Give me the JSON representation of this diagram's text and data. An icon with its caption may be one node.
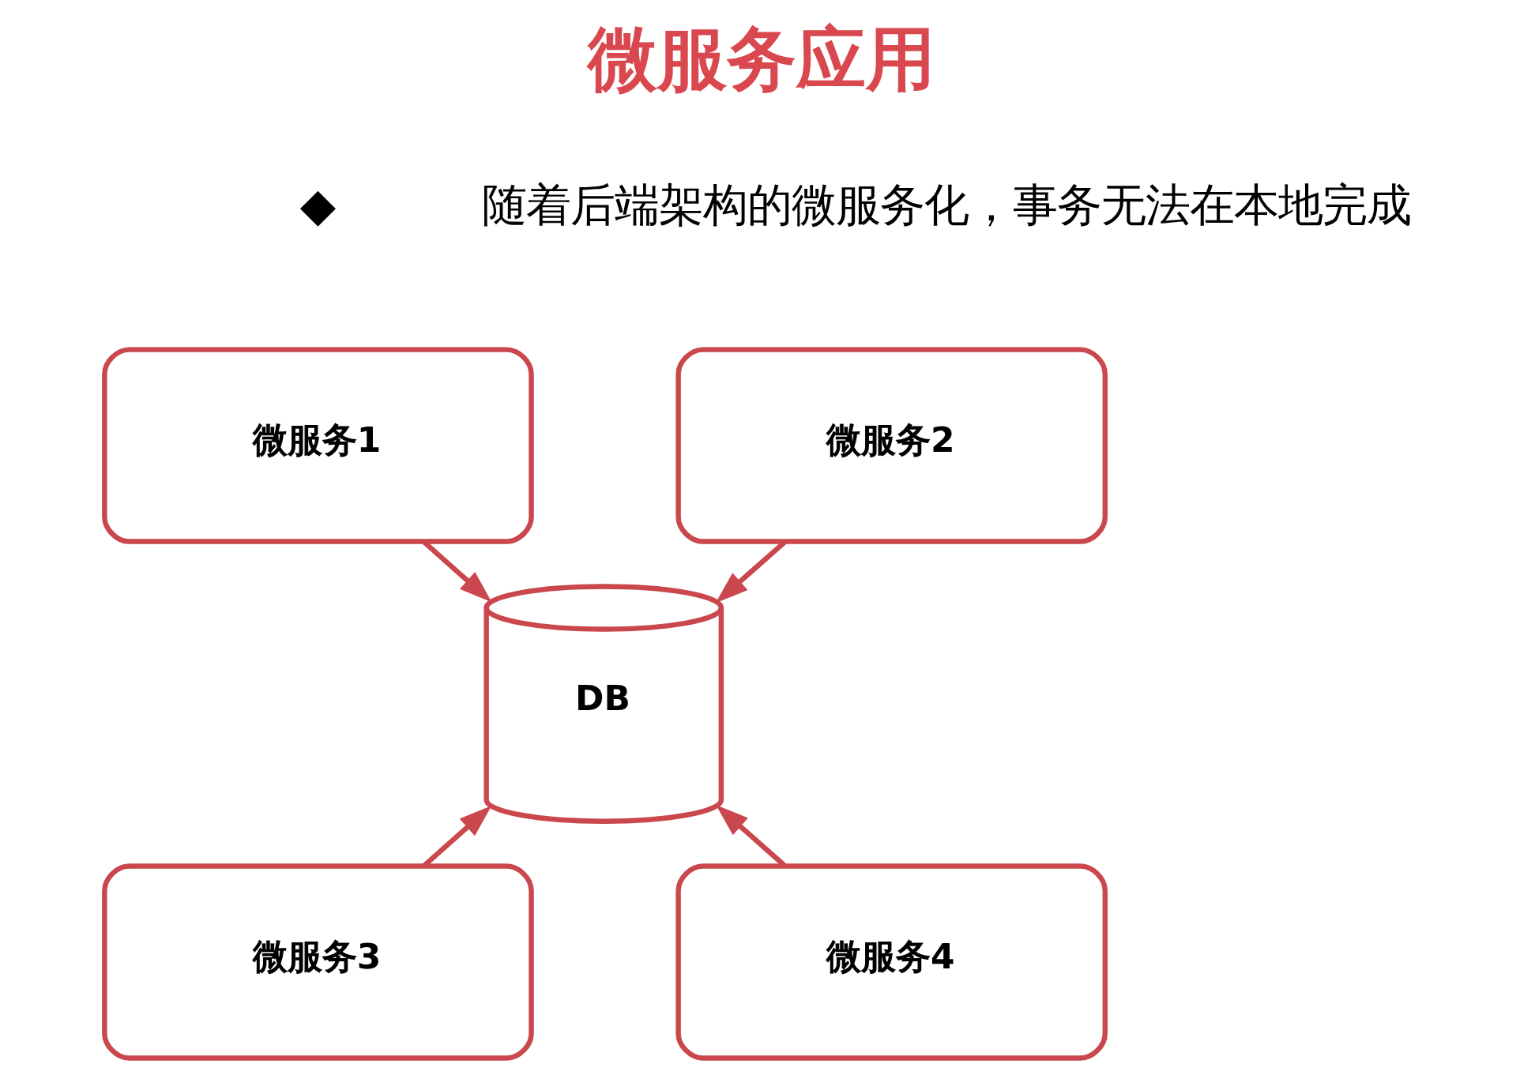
{
  "diagram": {
    "title": "微服务应用",
    "nodes": [
      {
        "text": [],
        "shape": "diamond"
      },
      {
        "text": [
          "微服务1"
        ]
      },
      {
        "text": [
          "微服务2"
        ]
      },
      {
        "text": [
          "DB"
        ]
      },
      {
        "text": [
          "微服务3"
        ]
      },
      {
        "text": [
          "微服务4"
        ]
      }
    ],
    "edges": [
      {
        "from": 1,
        "to": 3,
        "arrow": "to"
      },
      {
        "from": 2,
        "to": 3,
        "arrow": "to"
      },
      {
        "from": 4,
        "to": 3,
        "arrow": "to"
      },
      {
        "from": 5,
        "to": 3,
        "arrow": "to"
      }
    ],
    "labels": [
      "随着后端架构的微服务化，事务无法在本地完成"
    ]
  }
}
